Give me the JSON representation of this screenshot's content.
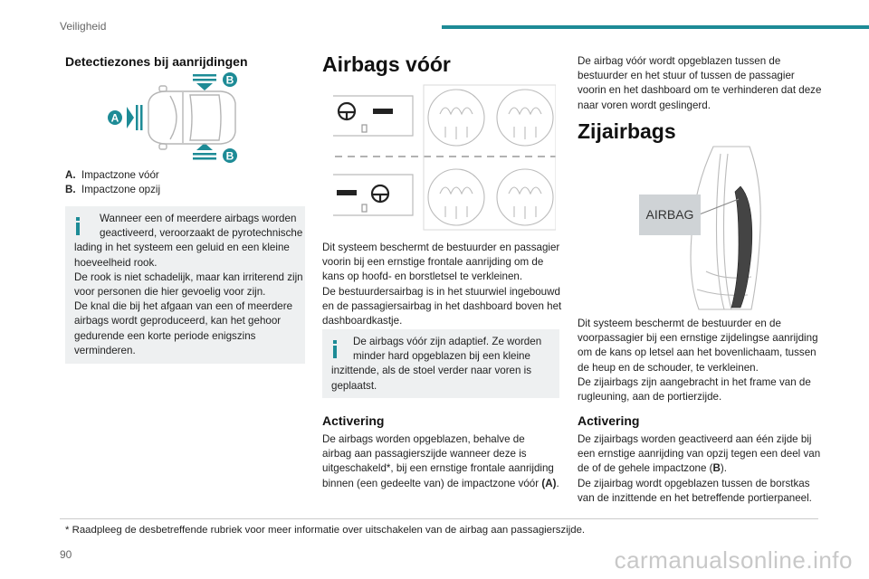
{
  "header": {
    "section": "Veiligheid"
  },
  "left": {
    "heading": "Detectiezones bij aanrijdingen",
    "diagram": {
      "label_a": "A",
      "label_b_top": "B",
      "label_b_bottom": "B"
    },
    "legend": [
      {
        "key": "A.",
        "text": "Impactzone vóór"
      },
      {
        "key": "B.",
        "text": "Impactzone opzij"
      }
    ],
    "info_lines": [
      "Wanneer een of meerdere airbags worden",
      "geactiveerd, veroorzaakt de pyrotechnische",
      "lading in het systeem een geluid en een kleine",
      "hoeveelheid rook.",
      "De rook is niet schadelijk, maar kan irriterend zijn",
      "voor personen die hier gevoelig voor zijn.",
      "De knal die bij het afgaan van een of meerdere",
      "airbags wordt geproduceerd, kan het gehoor",
      "gedurende een korte periode enigszins",
      "verminderen."
    ]
  },
  "middle": {
    "heading": "Airbags vóór",
    "body_lines": [
      "Dit systeem beschermt de bestuurder en passagier",
      "voorin bij een ernstige frontale aanrijding om de",
      "kans op hoofd- en borstletsel te verkleinen.",
      "De bestuurdersairbag is in het stuurwiel ingebouwd",
      "en de passagiersairbag in het dashboard boven het",
      "dashboardkastje."
    ],
    "info_lines": [
      "De airbags vóór zijn adaptief. Ze worden",
      "minder hard opgeblazen bij een kleine",
      "inzittende, als de stoel verder naar voren is",
      "geplaatst."
    ],
    "subheading": "Activering",
    "activation_lines": [
      "De airbags worden opgeblazen, behalve de",
      "airbag aan passagierszijde wanneer deze is",
      "uitgeschakeld*, bij een ernstige frontale aanrijding"
    ],
    "activation_last_pre": "binnen (een gedeelte van) de impactzone vóór ",
    "activation_last_bold": "(A)",
    "activation_last_post": "."
  },
  "right": {
    "intro_lines": [
      "De airbag vóór wordt opgeblazen tussen de",
      "bestuurder en het stuur of tussen de passagier",
      "voorin en het dashboard om te verhinderen dat deze",
      "naar voren wordt geslingerd."
    ],
    "heading": "Zijairbags",
    "airbag_label": "AIRBAG",
    "body_lines": [
      "Dit systeem beschermt de bestuurder en de",
      "voorpassagier bij een ernstige zijdelingse aanrijding",
      "om de kans op letsel aan het bovenlichaam, tussen",
      "de heup en de schouder, te verkleinen.",
      "De zijairbags zijn aangebracht in het frame van de",
      "rugleuning, aan de portierzijde."
    ],
    "subheading": "Activering",
    "activation_lines": [
      "De zijairbags worden geactiveerd aan één zijde bij",
      "een ernstige aanrijding van opzij tegen een deel van"
    ],
    "activation_mid_pre": "de of de gehele impactzone (",
    "activation_mid_bold": "B",
    "activation_mid_post": ").",
    "activation_tail": [
      "De zijairbag wordt opgeblazen tussen de borstkas",
      "van de inzittende en het betreffende portierpaneel."
    ]
  },
  "footnote": "* Raadpleeg de desbetreffende rubriek voor meer informatie over uitschakelen van de airbag aan passagierszijde.",
  "page_number": "90",
  "watermark": "carmanualsonline.info",
  "colors": {
    "accent": "#1d8b96",
    "info_bg": "#eef0f1"
  }
}
